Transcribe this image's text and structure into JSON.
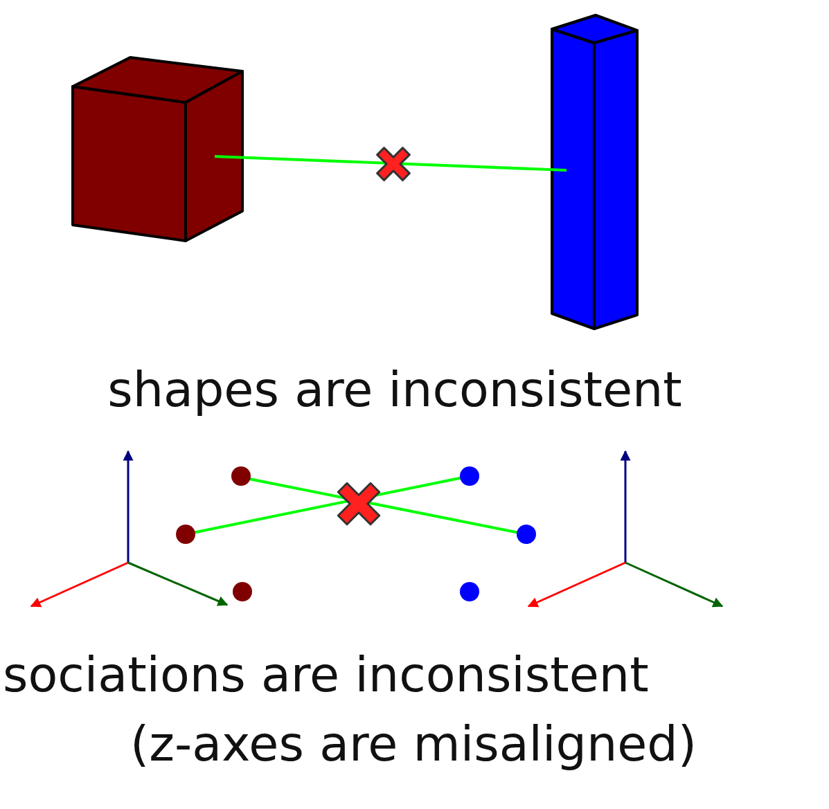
{
  "diagram": {
    "labels": [
      "shapes are inconsistent",
      "sociations are inconsistent",
      "(z-axes are misaligned)"
    ]
  }
}
